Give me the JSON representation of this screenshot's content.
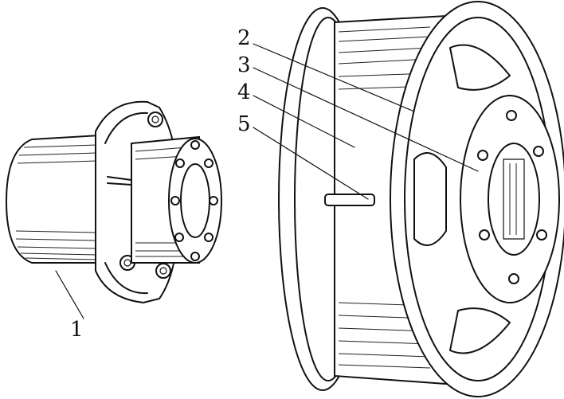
{
  "callouts": [
    {
      "id": "1",
      "label": "1"
    },
    {
      "id": "2",
      "label": "2"
    },
    {
      "id": "3",
      "label": "3"
    },
    {
      "id": "4",
      "label": "4"
    },
    {
      "id": "5",
      "label": "5"
    }
  ],
  "colors": {
    "ink": "#111111",
    "background": "#ffffff"
  }
}
